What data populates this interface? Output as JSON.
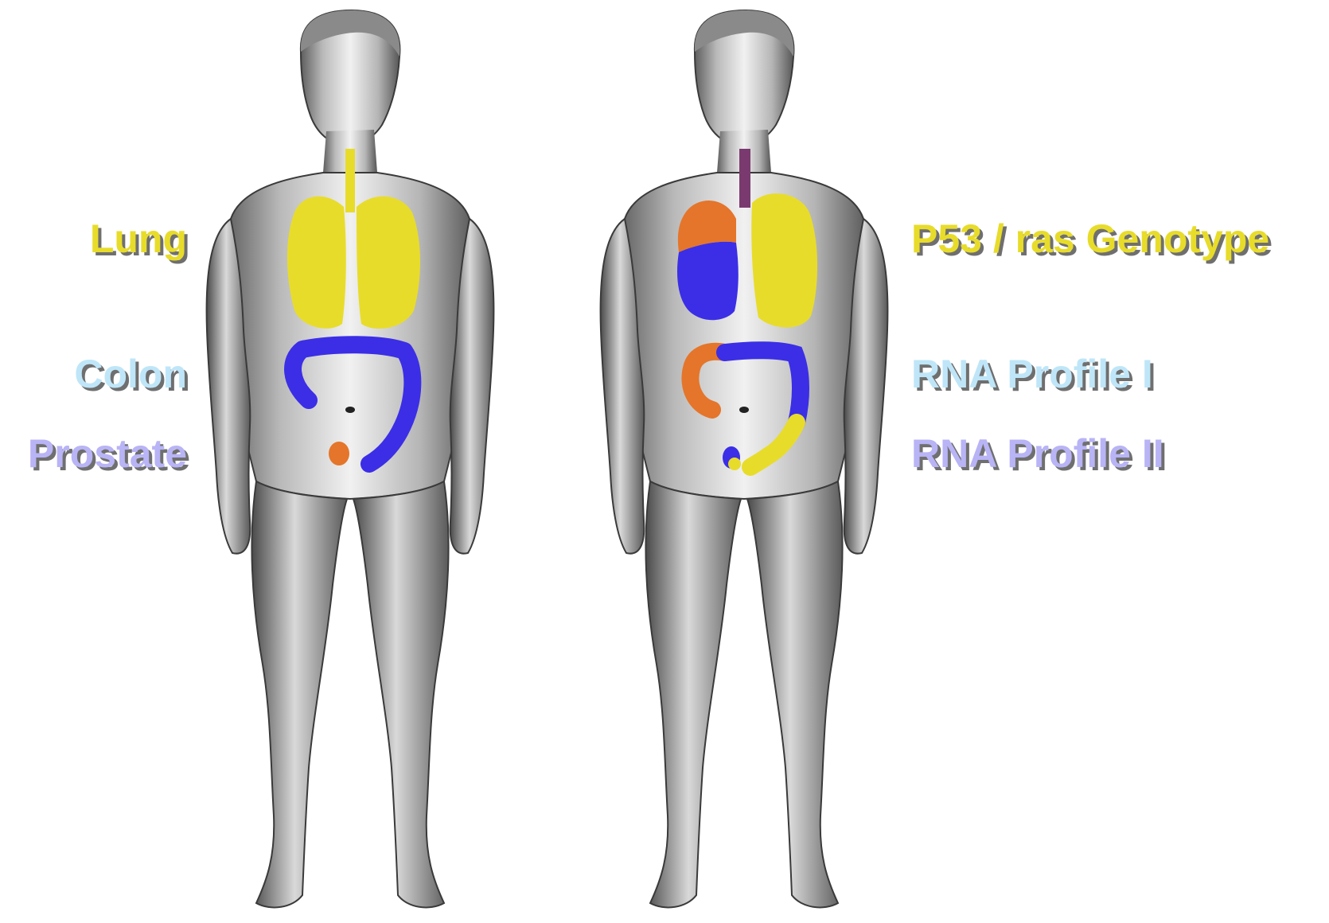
{
  "labels": {
    "lung": "Lung",
    "colon": "Colon",
    "prostate": "Prostate",
    "genotype": "P53 / ras Genotype",
    "rna_profile_1": "RNA Profile I",
    "rna_profile_2": "RNA Profile II"
  },
  "colors": {
    "yellow": "#e8dc2a",
    "light_blue": "#bfe6f8",
    "lavender": "#b8b4f5",
    "blue": "#3b2ee6",
    "orange": "#e5752a",
    "purple": "#7a3a70",
    "skin_dark": "#6e6e6e",
    "skin_light": "#d8d8d8"
  }
}
